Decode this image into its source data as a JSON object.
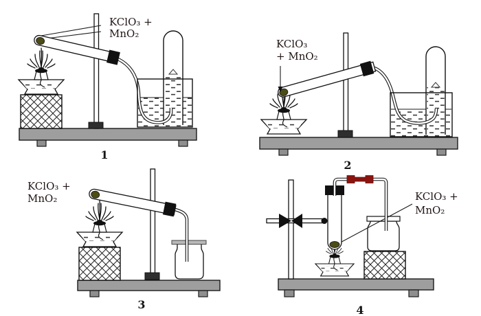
{
  "figure": {
    "setups": [
      {
        "number": "1",
        "reagent_line1": "KClO₃ +",
        "reagent_line2": "MnO₂"
      },
      {
        "number": "2",
        "reagent_line1": "KClO₃",
        "reagent_line2": "+ MnO₂"
      },
      {
        "number": "3",
        "reagent_line1": "KClO₃ +",
        "reagent_line2": "MnO₂"
      },
      {
        "number": "4",
        "reagent_line1": "KClO₃ +",
        "reagent_line2": "MnO₂"
      }
    ],
    "colors": {
      "sample": "#4c4c16",
      "rubber_connector": "#8b1410",
      "bench": "#9e9e9e",
      "outline": "#1a1a1a"
    }
  }
}
